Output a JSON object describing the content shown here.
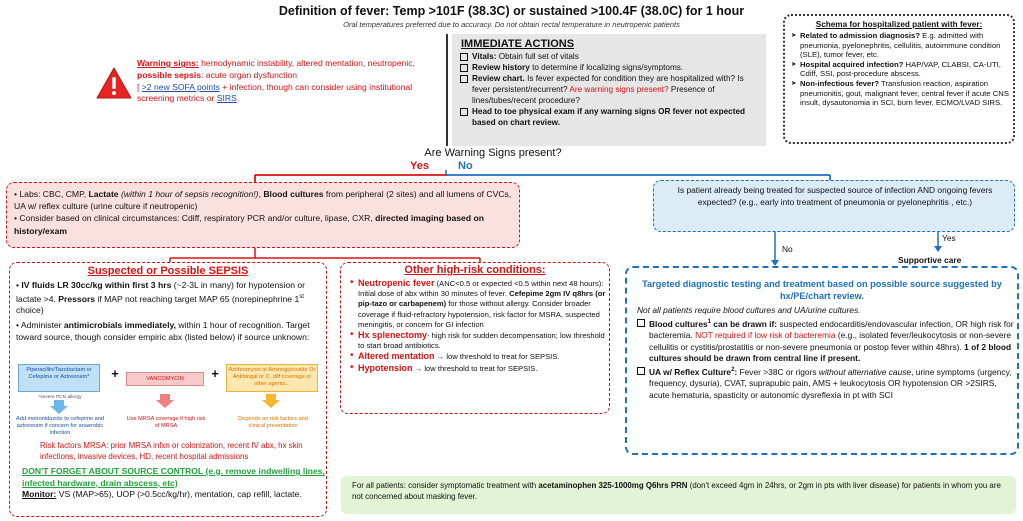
{
  "header": {
    "title": "Definition of fever: Temp >101F (38.3C) or sustained >100.4F (38.0C) for 1 hour",
    "subtitle": "Oral temperatures preferred due to accuracy. Do not obtain rectal temperature in neutropenic patients"
  },
  "warning": {
    "label": "Warning signs:",
    "text1": " hemodynamic instability, altered mentation, neutropenic, ",
    "text2": "possible sepsis",
    "text3": ": acute organ dysfunction",
    "link1": ">2 new SOFA points",
    "text4": " + infection, though can consider using institutional screening metrics or ",
    "link2": "SIRS",
    "text5": "."
  },
  "immediate": {
    "title": "IMMEDIATE ACTIONS",
    "items": [
      {
        "bold": "Vitals:",
        "text": " Obtain full set of vitals"
      },
      {
        "bold": "Review history",
        "text": " to determine if localizing signs/symptoms."
      },
      {
        "bold": "Review chart.",
        "text": " Is fever expected for condition they are hospitalized with? Is fever persistent/recurrent? ",
        "red": "Are warning signs present?",
        "text2": " Presence of lines/tubes/recent procedure?"
      },
      {
        "bold": "Head to toe physical exam if any warning signs OR fever not expected based on chart review.",
        "text": ""
      }
    ]
  },
  "schema": {
    "title": "Schema for hospitalized patient with fever:",
    "items": [
      {
        "bold": "Related to admission diagnosis?",
        "text": " E.g. admitted with pneumonia, pyelonephritis, cellulitis, autoimmune condition (SLE), tumor fever, etc."
      },
      {
        "bold": "Hospital acquired infection?",
        "text": " HAP/VAP, CLABSI, CA-UTI, Cdiff, SSI, post-procedure abscess."
      },
      {
        "bold": "Non-infectious fever?",
        "text": " Transfusion reaction, aspiration pneumonitis, gout, malignant fever, central fever if acute CNS insult, dysautonomia in SCI, burn fever, ECMO/LVAD SIRS."
      }
    ]
  },
  "decision": {
    "question": "Are Warning Signs present?",
    "yes": "Yes",
    "no": "No"
  },
  "labs": {
    "line1a": "• Labs: CBC, CMP, ",
    "line1b": "Lactate",
    "line1c": " (within 1 hour of sepsis recognition!)",
    "line1d": ", ",
    "line1e": "Blood cultures",
    "line1f": " from peripheral (2 sites) and all lumens of CVCs, UA w/ reflex culture (urine culture if neutropenic)",
    "line2a": "• Consider based on clinical circumstances: Cdiff, respiratory PCR and/or culture, lipase, CXR, ",
    "line2b": "directed imaging based on history/exam"
  },
  "prev_treatment": {
    "text": "Is patient already being treated for suspected source of infection AND ongoing fevers expected? (e.g., early into treatment of pneumonia or pyelonephritis , etc.)",
    "no_label": "No",
    "yes_label": "Yes",
    "yes_outcome": "Supportive care"
  },
  "sepsis": {
    "title": "Suspected or Possible SEPSIS",
    "fluids_b": "IV fluids LR 30cc/kg within first 3 hrs",
    "fluids_t": " (~2-3L in many) for hypotension or lactate >4. ",
    "pressors_b": "Pressors",
    "pressors_t": " if MAP not reaching target MAP 65 (norepinephrine 1",
    "sup": "st",
    "pressors_t2": " choice)",
    "abx_a": "Administer ",
    "abx_b": "antimicrobials immediately,",
    "abx_c": " within 1 hour of recognition. Target toward source, though consider empiric abx (listed below) if source unknown:",
    "abx1": "Piperacillin/Tazobactam or Cefepime or Aztreonam*",
    "abx1_note": "*severe PCN allergy",
    "abx1_sub": "Add metronidazole to cefepime and aztreonam if concern for anaerobic infection",
    "abx2": "VANCOMYCIN",
    "abx2_sub": "Use MRSA coverage if high risk of MRSA",
    "abx3": "Azithromycin or Aminoglycoside Or Antifungal or C. diff coverage or other agents...",
    "abx3_sub": "Depends on risk factors and clinical presentation",
    "plus": "+",
    "risk": "Risk factors MRSA:  prior MRSA infxn or colonization, recent IV abx, hx skin infections, invasive devices, HD, recent hospital admissions",
    "source": "DON'T FORGET ABOUT SOURCE CONTROL (e.g. remove indwelling lines, infected hardware, drain abscess, etc)",
    "monitor_b": "Monitor:",
    "monitor_t": " VS (MAP>65), UOP (>0.5cc/kg/hr), mentation, cap refill, lactate."
  },
  "highrisk": {
    "title": "Other high-risk conditions:",
    "neut_b": "Neutropenic fever",
    "neut_t": " (ANC<0.5 or expected <0.5 within next 48 hours): Initial dose of abx within 30 minutes of fever. ",
    "neut_b2": "Cefepime 2gm IV q8hrs (or pip-tazo or carbapenem)",
    "neut_t2": " for those without allergy. Consider broader coverage if fluid-refractory hypotension, risk factor for MSRA, suspected meningitis, or concern for GI infection",
    "spl_b": "Hx splenectomy",
    "spl_t": "- high risk for sudden decompensation; low threshold to start broad antibiotics.",
    "am_b": "Altered mentation",
    "am_t": " → low threshold to treat for SEPSIS.",
    "hypo_b": "Hypotension",
    "hypo_t": " → low threshold to treat for SEPSIS."
  },
  "targeted": {
    "title": "Targeted diagnostic testing and treatment based on possible source suggested by hx/PE/chart review.",
    "note": "Not all patients require blood cultures and UA/urine cultures.",
    "bc_b": "Blood cultures",
    "bc_sup": "1",
    "bc_b2": " can be drawn if:",
    "bc_t": " suspected endocarditis/endovascular infection, OR  high risk for bacteremia. ",
    "bc_red": "NOT required if low risk of bacteremia",
    "bc_t2": " (e.g., isolated fever/leukocytosis or non-severe cellulitis or cystitis/prostatitis or non-severe pneumonia or postop fever within 48hrs). ",
    "bc_b3": "1 of 2 blood cultures should be drawn from central line if present.",
    "ua_b": "UA w/ Reflex Culture",
    "ua_sup": "2",
    "ua_b2": ":",
    "ua_t": " Fever >38C or rigors ",
    "ua_i": "without alternative cause",
    "ua_t2": ", urine symptoms (urgency, frequency, dysuria), CVAT, suprapubic pain, AMS + leukocytosis OR hypotension OR >2SIRS, acute hematuria, spasticity or autonomic dysreflexia in pt with  SCI"
  },
  "footer": {
    "a": "For all patients: consider symptomatic treatment with ",
    "b": "acetaminophen 325-1000mg Q6hrs PRN",
    "c": " (don't exceed 4gm in 24hrs, or 2gm in pts with liver disease) for patients in whom you are not concerned about masking fever."
  },
  "colors": {
    "red": "#d11111",
    "blue": "#1f6fc2",
    "green": "#24a13a",
    "pink_fill": "#fbe0e0",
    "blue_fill": "#dcecf7",
    "green_fill": "#e3f3d5",
    "gray_fill": "#e6e6e6"
  }
}
